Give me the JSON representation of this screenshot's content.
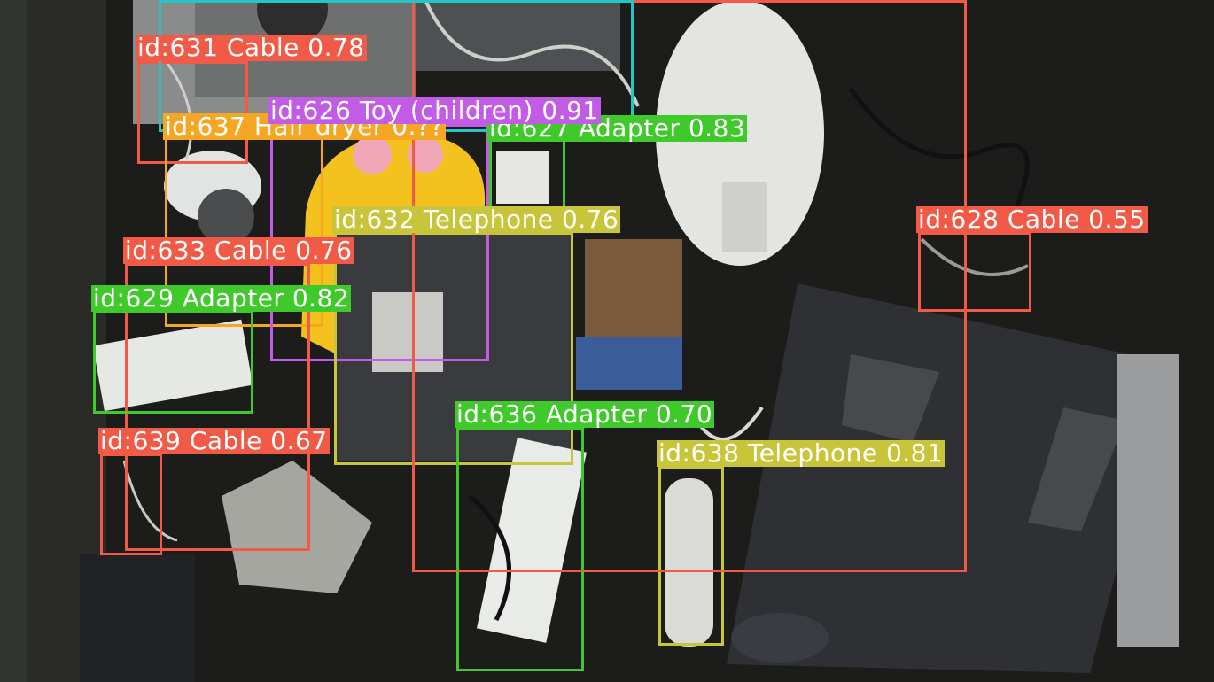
{
  "detections": [
    {
      "id": "id:631",
      "label": "Cable",
      "score": "0.78",
      "color": "#f05a46"
    },
    {
      "id": "id:637",
      "label": "Hair dryer",
      "score": "0.??",
      "color": "#f5a623"
    },
    {
      "id": "id:626",
      "label": "Toy (children)",
      "score": "0.91",
      "color": "#c25ce6"
    },
    {
      "id": "id:627",
      "label": "Adapter",
      "score": "0.83",
      "color": "#3fc92a"
    },
    {
      "id": "id:632",
      "label": "Telephone",
      "score": "0.76",
      "color": "#c9c53a"
    },
    {
      "id": "id:628",
      "label": "Cable",
      "score": "0.55",
      "color": "#f05a46"
    },
    {
      "id": "id:633",
      "label": "Cable",
      "score": "0.76",
      "color": "#f05a46"
    },
    {
      "id": "id:629",
      "label": "Adapter",
      "score": "0.82",
      "color": "#3fc92a"
    },
    {
      "id": "id:636",
      "label": "Adapter",
      "score": "0.70",
      "color": "#3fc92a"
    },
    {
      "id": "id:638",
      "label": "Telephone",
      "score": "0.81",
      "color": "#c9c53a"
    },
    {
      "id": "id:639",
      "label": "Cable",
      "score": "0.67",
      "color": "#f05a46"
    },
    {
      "id": "",
      "label": "",
      "score": "",
      "color": "#f05a46"
    },
    {
      "id": "",
      "label": "",
      "score": "",
      "color": "#27c4c4"
    }
  ]
}
